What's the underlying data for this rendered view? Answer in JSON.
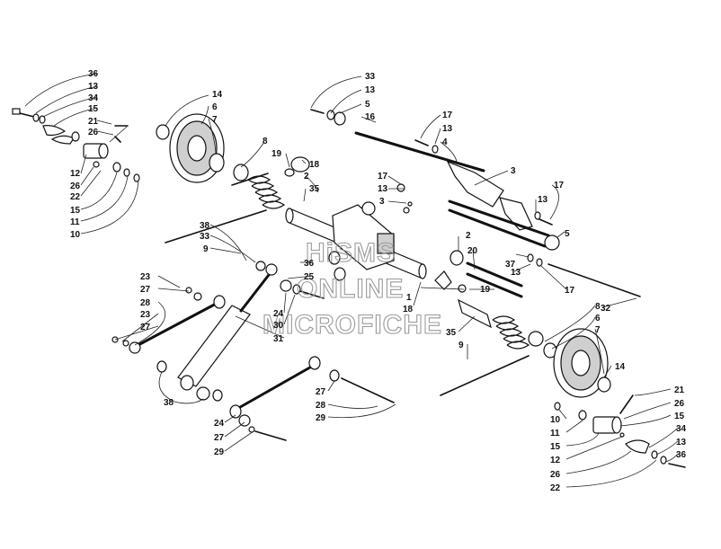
{
  "watermark": {
    "line1": "HiSMS",
    "line2": "ONLINE",
    "line3": "MICROFICHE"
  },
  "callouts": {
    "l_36": "36",
    "l_13a": "13",
    "l_34": "34",
    "l_15a": "15",
    "l_21": "21",
    "l_26a": "26",
    "l_12": "12",
    "l_26b": "26",
    "l_22": "22",
    "l_15b": "15",
    "l_11": "11",
    "l_10": "10",
    "l_14": "14",
    "l_6": "6",
    "l_7": "7",
    "l_8": "8",
    "l_19": "19",
    "l_18": "18",
    "l_2": "2",
    "l_35": "35",
    "l_33": "33",
    "l_13b": "13",
    "l_5": "5",
    "l_16": "16",
    "l_17a": "17",
    "l_13c": "13",
    "l_4": "4",
    "l_3a": "3",
    "l_17b": "17",
    "l_13d": "13",
    "l_3b": "3",
    "l_17c": "17",
    "l_13e": "13",
    "l_38": "38",
    "l_33b": "33",
    "l_9": "9",
    "l_2b": "2",
    "l_20": "20",
    "l_5b": "5",
    "l_37": "37",
    "l_13f": "13",
    "l_17d": "17",
    "l_32": "32",
    "l_23a": "23",
    "l_27a": "27",
    "l_28a": "28",
    "l_23b": "23",
    "l_27b": "27",
    "l_36b": "36",
    "l_25": "25",
    "l_1": "1",
    "l_19b": "19",
    "l_18b": "18",
    "l_24a": "24",
    "l_30": "30",
    "l_31": "31",
    "l_35b": "35",
    "l_8b": "8",
    "l_6b": "6",
    "l_7b": "7",
    "l_9b": "9",
    "l_14b": "14",
    "l_38b": "38",
    "l_27c": "27",
    "l_28b": "28",
    "l_29a": "29",
    "l_24b": "24",
    "l_27d": "27",
    "l_29b": "29",
    "l_21b": "21",
    "l_26c": "26",
    "l_15c": "15",
    "l_10b": "10",
    "l_11b": "11",
    "l_15d": "15",
    "l_34b": "34",
    "l_13g": "13",
    "l_36c": "36",
    "l_12b": "12",
    "l_26d": "26",
    "l_22b": "22"
  }
}
